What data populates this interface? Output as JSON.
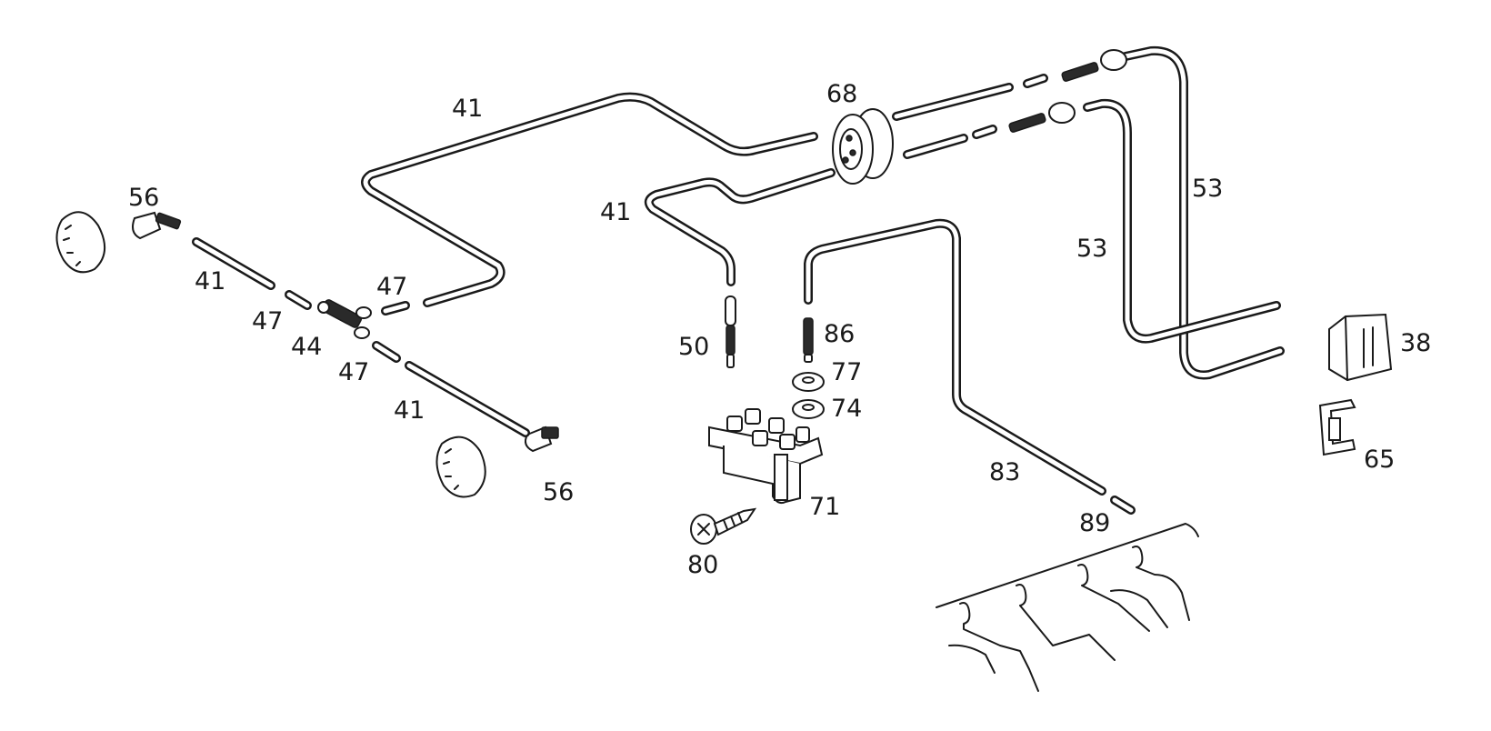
{
  "diagram": {
    "type": "exploded-parts-diagram",
    "subject": "vacuum line assembly",
    "callouts": [
      {
        "id": "c1",
        "text": "41",
        "part": "vacuum line (upper loop)"
      },
      {
        "id": "c2",
        "text": "41",
        "part": "vacuum line (center)"
      },
      {
        "id": "c3",
        "text": "41",
        "part": "vacuum line (left straight)"
      },
      {
        "id": "c4",
        "text": "41",
        "part": "vacuum line (lower straight)"
      },
      {
        "id": "c5",
        "text": "56",
        "part": "connector (left)"
      },
      {
        "id": "c6",
        "text": "56",
        "part": "connector (bottom)"
      },
      {
        "id": "c7",
        "text": "47",
        "part": "hose piece (upper)"
      },
      {
        "id": "c8",
        "text": "47",
        "part": "hose piece (left)"
      },
      {
        "id": "c9",
        "text": "47",
        "part": "hose piece (lower)"
      },
      {
        "id": "c10",
        "text": "44",
        "part": "T-connector"
      },
      {
        "id": "c11",
        "text": "68",
        "part": "grommet"
      },
      {
        "id": "c12",
        "text": "53",
        "part": "line (right outer)"
      },
      {
        "id": "c13",
        "text": "53",
        "part": "line (right inner)"
      },
      {
        "id": "c14",
        "text": "50",
        "part": "nipple"
      },
      {
        "id": "c15",
        "text": "86",
        "part": "nipple"
      },
      {
        "id": "c16",
        "text": "77",
        "part": "washer"
      },
      {
        "id": "c17",
        "text": "74",
        "part": "washer"
      },
      {
        "id": "c18",
        "text": "71",
        "part": "valve block"
      },
      {
        "id": "c19",
        "text": "80",
        "part": "screw"
      },
      {
        "id": "c20",
        "text": "83",
        "part": "line"
      },
      {
        "id": "c21",
        "text": "89",
        "part": "hose piece"
      },
      {
        "id": "c22",
        "text": "38",
        "part": "connector housing"
      },
      {
        "id": "c23",
        "text": "65",
        "part": "clip"
      }
    ]
  }
}
